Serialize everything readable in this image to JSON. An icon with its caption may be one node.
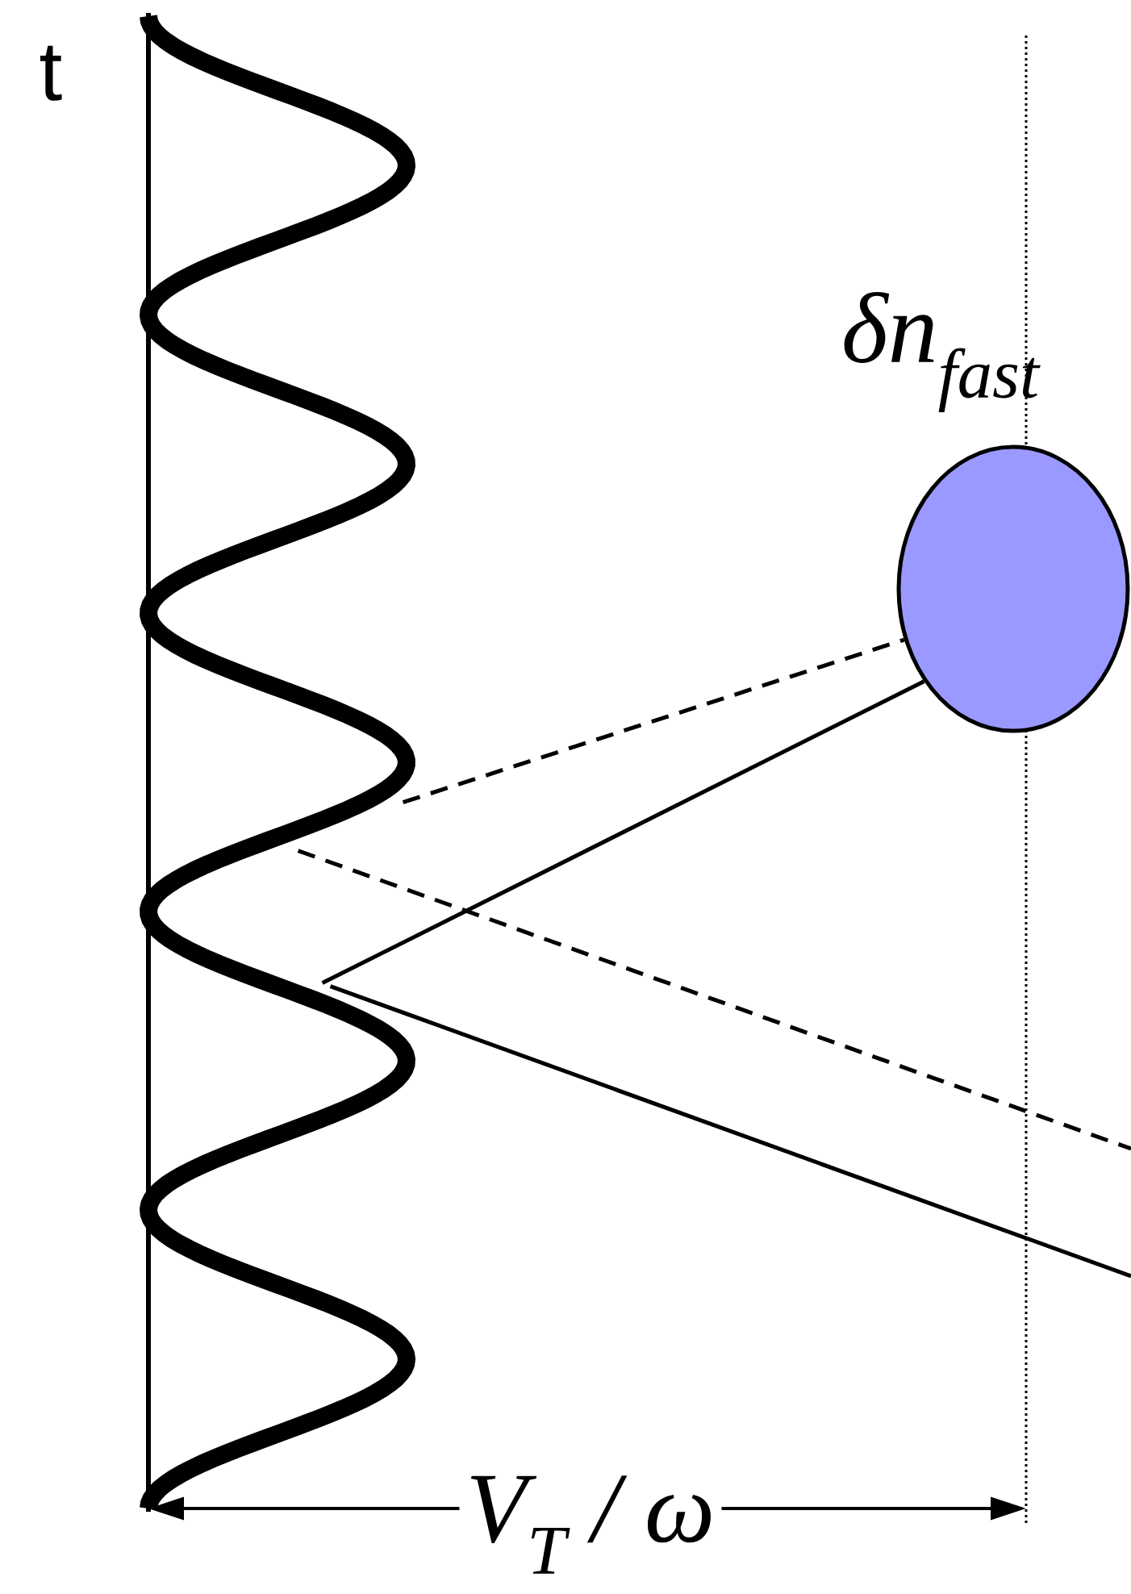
{
  "diagram": {
    "nodes": [
      {
        "text": [],
        "shape": "picture"
      },
      {
        "text": [
          "δn$_{fast}$"
        ]
      }
    ],
    "edges": [
      {
        "from": 0,
        "to": 1,
        "arrow": "none",
        "style": "dashed"
      },
      {
        "from": 0,
        "to": 1,
        "arrow": "none"
      },
      {
        "from": 0,
        "to": null,
        "arrow": "none",
        "style": "dashed"
      },
      {
        "from": 0,
        "to": null,
        "arrow": "none"
      }
    ],
    "labels": [
      "t",
      "V$_{T}$ / ω"
    ]
  }
}
